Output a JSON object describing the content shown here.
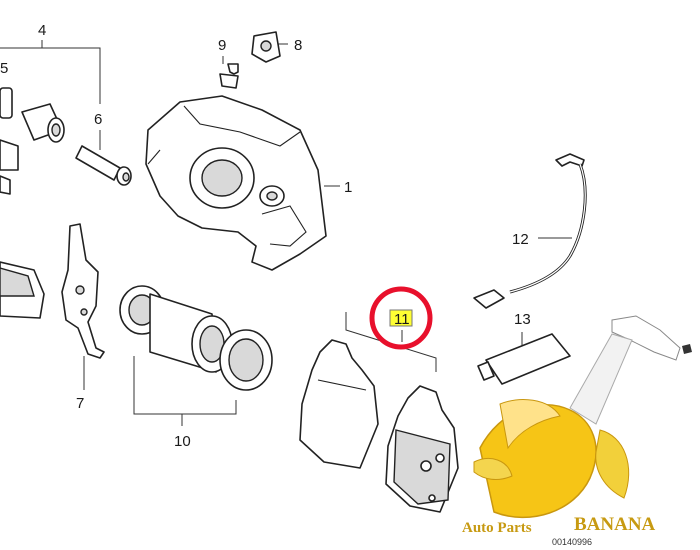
{
  "callouts": {
    "p1": "1",
    "p4": "4",
    "p5": "5",
    "p6": "6",
    "p7": "7",
    "p8": "8",
    "p9": "9",
    "p10": "10",
    "p11": "11",
    "p12": "12",
    "p13": "13"
  },
  "highlight": {
    "callout_fill": "#ffff33",
    "ring_color": "#e8102c"
  },
  "brand": {
    "name_small": "Auto Parts",
    "name_large": "BANANA",
    "accent": "#c79a12"
  },
  "drawing_number": "00140996"
}
